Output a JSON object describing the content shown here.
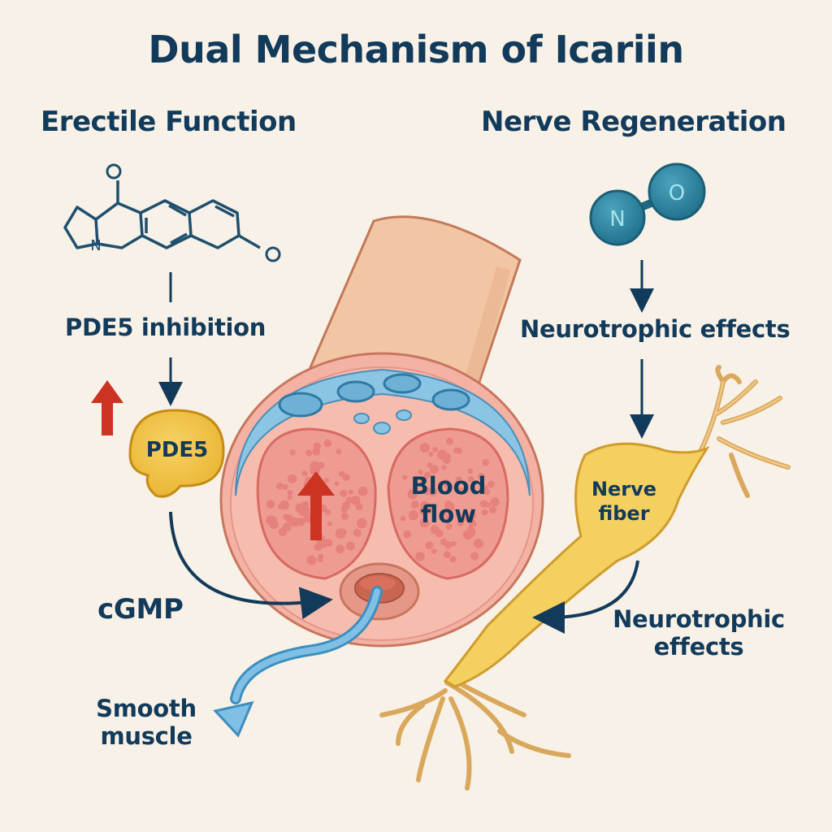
{
  "title": "Dual Mechanism of Icariin",
  "left_section": {
    "heading": "Erectile Function",
    "molecule_atoms": {
      "oxygen_top": "O",
      "nitrogen": "N",
      "oxygen_right": "O"
    },
    "step1": "PDE5 inhibition",
    "enzyme_label": "PDE5",
    "second_messenger": "cGMP",
    "target": [
      "Smooth",
      "muscle"
    ]
  },
  "right_section": {
    "heading": "Nerve Regeneration",
    "molecule_atoms": {
      "n": "N",
      "o": "O"
    },
    "step1": "Neurotrophic effects",
    "cell_label": [
      "Nerve",
      "fiber"
    ],
    "step2": [
      "Neurotrophic",
      "effects"
    ]
  },
  "center": {
    "tissue_label": [
      "Blood",
      "flow"
    ]
  },
  "colors": {
    "background": "#f8f1e7",
    "text": "#123a5a",
    "up_arrow": "#cc3322",
    "enzyme": "#f2c040",
    "nerve": "#f3d060",
    "molecule": "#2a7f9a",
    "tissue": "#f0a8a0",
    "vessel": "#8cc4e4"
  }
}
